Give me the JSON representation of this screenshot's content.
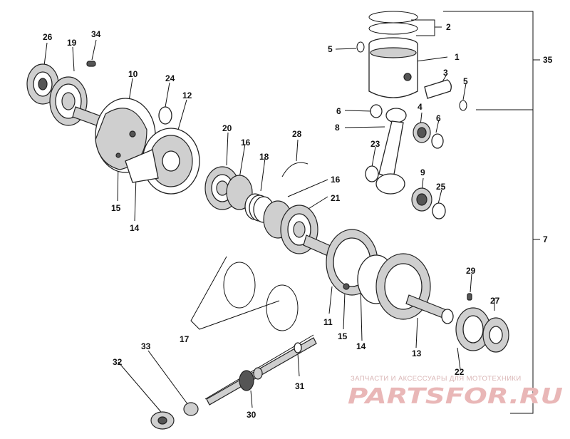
{
  "parts": [
    {
      "id": "1",
      "label": "1"
    },
    {
      "id": "2",
      "label": "2"
    },
    {
      "id": "3",
      "label": "3"
    },
    {
      "id": "4",
      "label": "4"
    },
    {
      "id": "5a",
      "label": "5"
    },
    {
      "id": "5b",
      "label": "5"
    },
    {
      "id": "6a",
      "label": "6"
    },
    {
      "id": "6b",
      "label": "6"
    },
    {
      "id": "7",
      "label": "7"
    },
    {
      "id": "8",
      "label": "8"
    },
    {
      "id": "9",
      "label": "9"
    },
    {
      "id": "10",
      "label": "10"
    },
    {
      "id": "11",
      "label": "11"
    },
    {
      "id": "12",
      "label": "12"
    },
    {
      "id": "13",
      "label": "13"
    },
    {
      "id": "14a",
      "label": "14"
    },
    {
      "id": "14b",
      "label": "14"
    },
    {
      "id": "15a",
      "label": "15"
    },
    {
      "id": "15b",
      "label": "15"
    },
    {
      "id": "16a",
      "label": "16"
    },
    {
      "id": "16b",
      "label": "16"
    },
    {
      "id": "17",
      "label": "17"
    },
    {
      "id": "18",
      "label": "18"
    },
    {
      "id": "19",
      "label": "19"
    },
    {
      "id": "20",
      "label": "20"
    },
    {
      "id": "21",
      "label": "21"
    },
    {
      "id": "22",
      "label": "22"
    },
    {
      "id": "23",
      "label": "23"
    },
    {
      "id": "24",
      "label": "24"
    },
    {
      "id": "25",
      "label": "25"
    },
    {
      "id": "26",
      "label": "26"
    },
    {
      "id": "27",
      "label": "27"
    },
    {
      "id": "28",
      "label": "28"
    },
    {
      "id": "29",
      "label": "29"
    },
    {
      "id": "30",
      "label": "30"
    },
    {
      "id": "31",
      "label": "31"
    },
    {
      "id": "32",
      "label": "32"
    },
    {
      "id": "33",
      "label": "33"
    },
    {
      "id": "34",
      "label": "34"
    },
    {
      "id": "35",
      "label": "35"
    }
  ],
  "watermark": {
    "tagline": "ЗАПЧАСТИ И АКСЕССУАРЫ ДЛЯ МОТОТЕХНИКИ",
    "brand": "PARTSFOR.RU",
    "color": "#e9b7b7"
  }
}
